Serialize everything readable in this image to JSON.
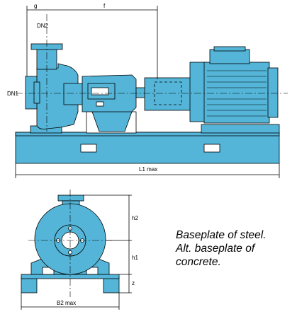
{
  "labels": {
    "g": "g",
    "f": "f",
    "dn2": "DN2",
    "dn1": "DN1",
    "l1": "L1 max",
    "h2": "h2",
    "h1": "h1",
    "z": "z",
    "b2": "B2 max"
  },
  "caption": {
    "line1": "Baseplate of steel.",
    "line2": "Alt. baseplate of",
    "line3": "concrete."
  },
  "colors": {
    "fill": "#54b5d8",
    "stroke": "#000000",
    "background": "#ffffff"
  }
}
